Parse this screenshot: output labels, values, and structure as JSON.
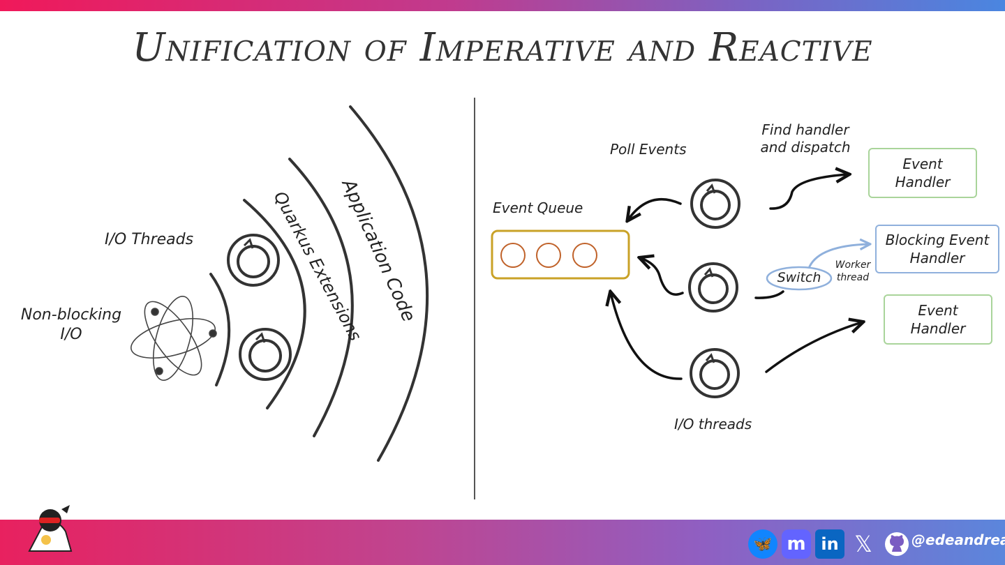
{
  "title": "Unification of Imperative and Reactive",
  "left": {
    "nonblocking_label_line1": "Non-blocking",
    "nonblocking_label_line2": "I/O",
    "io_threads_label": "I/O Threads",
    "quarkus_extensions_label": "Quarkus Extensions",
    "application_code_label": "Application Code"
  },
  "right": {
    "event_queue_label": "Event Queue",
    "poll_events_label": "Poll Events",
    "find_handler_line1": "Find handler",
    "find_handler_line2": "and dispatch",
    "event_handler_top_line1": "Event",
    "event_handler_top_line2": "Handler",
    "blocking_handler_line1": "Blocking Event",
    "blocking_handler_line2": "Handler",
    "switch_label": "Switch",
    "worker_thread_line1": "Worker",
    "worker_thread_line2": "thread",
    "event_handler_bottom_line1": "Event",
    "event_handler_bottom_line2": "Handler",
    "io_threads_label": "I/O threads"
  },
  "footer": {
    "handle": "@edeandrea",
    "icons": [
      "bluesky-icon",
      "mastodon-icon",
      "linkedin-icon",
      "x-icon",
      "github-icon"
    ]
  },
  "colors": {
    "queue_border": "#c9a227",
    "queue_circle": "#c0622a",
    "handler_green": "#a9d49a",
    "handler_blue": "#8fb0dc",
    "switch_arrow": "#8fb0dc"
  }
}
